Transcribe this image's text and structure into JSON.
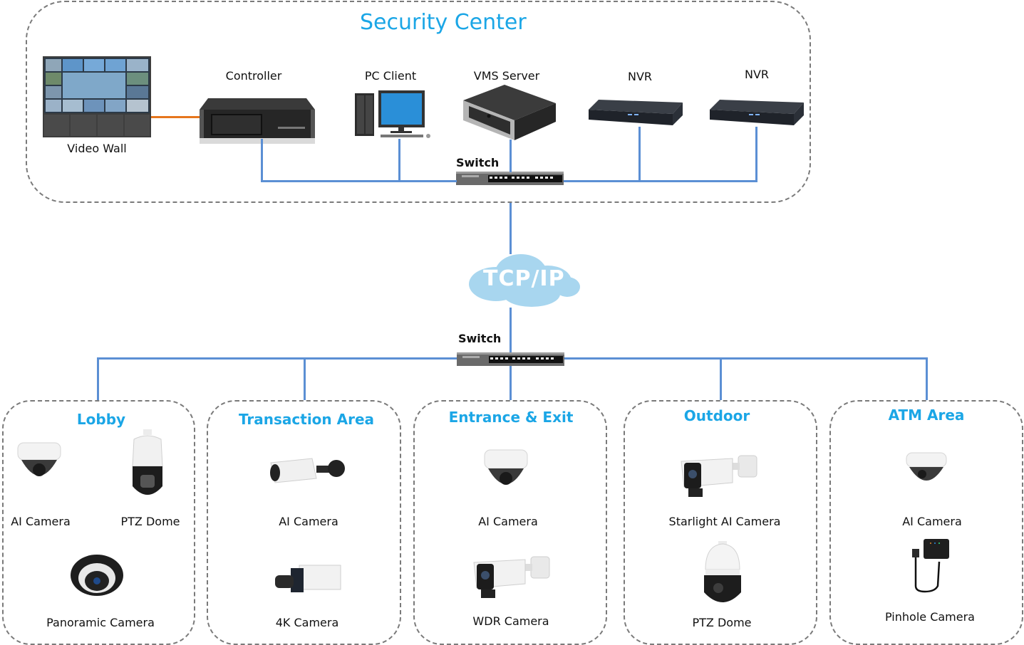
{
  "security_center": {
    "title": "Security Center",
    "devices": {
      "video_wall": "Video Wall",
      "controller": "Controller",
      "pc_client": "PC Client",
      "vms_server": "VMS Server",
      "nvr_1": "NVR",
      "nvr_2": "NVR"
    },
    "switch_label": "Switch"
  },
  "network": {
    "cloud_label": "TCP/IP",
    "switch_label": "Switch"
  },
  "zones": [
    {
      "title": "Lobby",
      "devices": [
        "AI Camera",
        "PTZ Dome",
        "Panoramic Camera"
      ]
    },
    {
      "title": "Transaction Area",
      "devices": [
        "AI Camera",
        "4K Camera"
      ]
    },
    {
      "title": "Entrance & Exit",
      "devices": [
        "AI Camera",
        "WDR Camera"
      ]
    },
    {
      "title": "Outdoor",
      "devices": [
        "Starlight AI Camera",
        "PTZ Dome"
      ]
    },
    {
      "title": "ATM Area",
      "devices": [
        "AI Camera",
        "Pinhole Camera"
      ]
    }
  ],
  "colors": {
    "accent": "#1ba6e6",
    "link_line": "#5b8fd4",
    "video_link": "#e6761d",
    "box_border": "#7a7a7a"
  }
}
